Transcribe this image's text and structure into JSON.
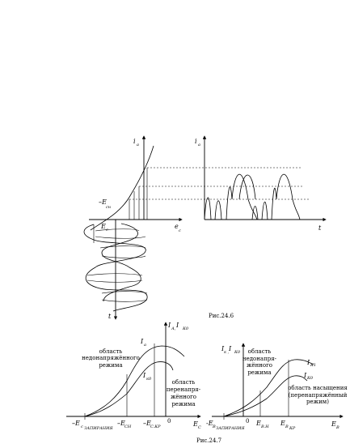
{
  "fig1": {
    "ylabel_left": "i",
    "ylabel_left_sub": "а",
    "ylabel_right": "i",
    "ylabel_right_sub": "а",
    "minus_E": "–E",
    "minus_E_sub": "сн",
    "Ec": "E",
    "Ec_sub": "c",
    "ec": "e",
    "ec_sub": "c",
    "t_left": "t",
    "t_right": "t",
    "caption": "Рис.24.6"
  },
  "fig2a": {
    "ylabel": "I",
    "ylabel_sub": "А,",
    "ylabel2": " I",
    "ylabel2_sub": "К0",
    "curve_ia": "I",
    "curve_ia_sub": "a",
    "curve_ik": "I",
    "curve_ik_sub": "к0",
    "region_left": [
      "область",
      "недонапряжённого",
      "режима"
    ],
    "region_right": [
      "область",
      "перенапря-",
      "жённого",
      "режима"
    ],
    "xlabel_1": "–E",
    "xlabel_1_sub": "c",
    "xlabel_1_note": "ЗАПИРАНИЯ",
    "xlabel_2": "–E",
    "xlabel_2_sub": "CH",
    "xlabel_3": "–E",
    "xlabel_3_sub": "C.КР",
    "zero": "0",
    "xlabel_end": "E",
    "xlabel_end_sub": "C"
  },
  "fig2b": {
    "ylabel": "I",
    "ylabel_sub": "к ,",
    "ylabel2": " I",
    "ylabel2_sub": "К0",
    "curve_ik": "I",
    "curve_ik_sub": "К1",
    "curve_ik0": "I",
    "curve_ik0_sub": "К0",
    "region_left": [
      "область",
      "недонапря-",
      "жённого",
      "режима"
    ],
    "region_right": [
      "область насыщения",
      "(перенапряжённый",
      "режим)"
    ],
    "xlabel_1": "-E",
    "xlabel_1_sub": "B",
    "xlabel_1_note": "ЗАПИРАНИЯ",
    "zero": "0",
    "xlabel_2": "E",
    "xlabel_2_sub": "B.H",
    "xlabel_3": "E",
    "xlabel_3_sub": "B",
    "xlabel_3_note": "КР",
    "xlabel_end": "E",
    "xlabel_end_sub": "B"
  },
  "caption2": "Рис.24.7"
}
